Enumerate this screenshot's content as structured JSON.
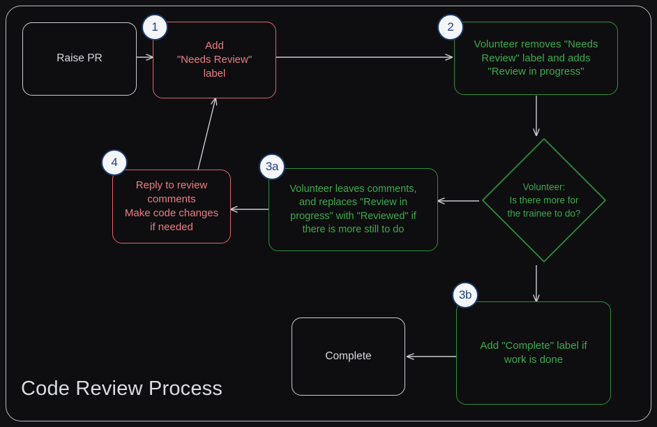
{
  "diagram": {
    "title": "Code Review Process",
    "type": "flowchart",
    "theme": {
      "page_background": "#111113",
      "frame_background": "#0e0e10",
      "frame_border": "#b9bcc0",
      "neutral_stroke": "#c9ccd1",
      "neutral_text": "#d6d8db",
      "red_stroke": "#e2636f",
      "red_text": "#ee7c86",
      "green_stroke": "#2f8f3e",
      "green_text": "#3ea94f",
      "badge_fill": "#f4f6fa",
      "badge_border": "#1b3a6b",
      "badge_text": "#22417a",
      "arrow_color": "#c9ccd1"
    },
    "nodes": [
      {
        "id": "raise-pr",
        "label": "Raise PR",
        "shape": "rounded-rect",
        "color": "neutral",
        "badge": null
      },
      {
        "id": "step-1",
        "label": "Add\n\"Needs Review\"\nlabel",
        "shape": "rounded-rect",
        "color": "red",
        "badge": "1"
      },
      {
        "id": "step-2",
        "label": "Volunteer removes \"Needs\nReview\" label and adds\n\"Review in progress\"",
        "shape": "rounded-rect",
        "color": "green",
        "badge": "2"
      },
      {
        "id": "decision",
        "label": "Volunteer:\nIs there more for\nthe trainee to do?",
        "shape": "diamond",
        "color": "green",
        "badge": null
      },
      {
        "id": "step-3a",
        "label": "Volunteer leaves comments,\nand replaces \"Review in\nprogress\" with \"Reviewed\" if\nthere is more still to do",
        "shape": "rounded-rect",
        "color": "green",
        "badge": "3a"
      },
      {
        "id": "step-4",
        "label": "Reply to review\ncomments\nMake code changes\nif needed",
        "shape": "rounded-rect",
        "color": "red",
        "badge": "4"
      },
      {
        "id": "step-3b",
        "label": "Add \"Complete\" label if\nwork is done",
        "shape": "rounded-rect",
        "color": "green",
        "badge": "3b"
      },
      {
        "id": "complete",
        "label": "Complete",
        "shape": "rounded-rect",
        "color": "neutral",
        "badge": null
      }
    ],
    "edges": [
      {
        "from": "raise-pr",
        "to": "step-1",
        "label": ""
      },
      {
        "from": "step-1",
        "to": "step-2",
        "label": ""
      },
      {
        "from": "step-2",
        "to": "decision",
        "label": ""
      },
      {
        "from": "decision",
        "to": "step-3a",
        "label": ""
      },
      {
        "from": "decision",
        "to": "step-3b",
        "label": ""
      },
      {
        "from": "step-3a",
        "to": "step-4",
        "label": ""
      },
      {
        "from": "step-4",
        "to": "step-1",
        "label": ""
      },
      {
        "from": "step-3b",
        "to": "complete",
        "label": ""
      }
    ]
  }
}
